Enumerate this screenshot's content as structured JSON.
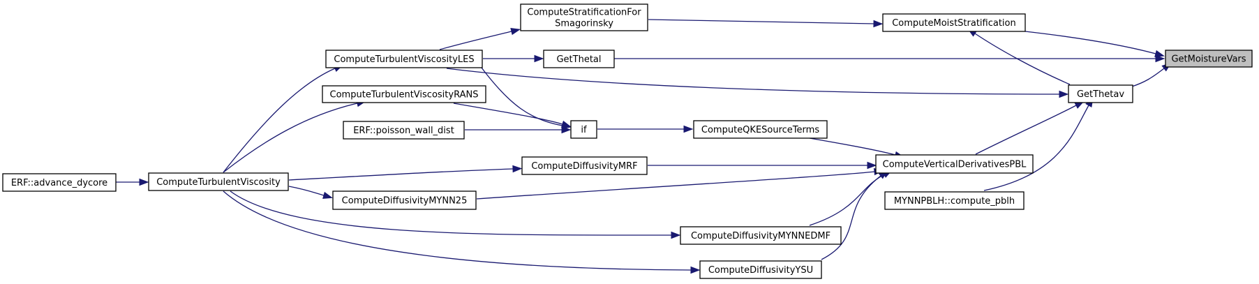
{
  "nodes": {
    "GetMoistureVars": {
      "label": [
        "GetMoistureVars"
      ],
      "root": true
    },
    "ComputeMoistStratification": {
      "label": [
        "ComputeMoistStratification"
      ]
    },
    "GetThetav": {
      "label": [
        "GetThetav"
      ]
    },
    "ComputeStratificationForSmagorinsky": {
      "label": [
        "ComputeStratificationFor",
        "Smagorinsky"
      ]
    },
    "GetThetal": {
      "label": [
        "GetThetal"
      ]
    },
    "ComputeTurbulentViscosityLES": {
      "label": [
        "ComputeTurbulentViscosityLES"
      ]
    },
    "ComputeTurbulentViscosityRANS": {
      "label": [
        "ComputeTurbulentViscosityRANS"
      ]
    },
    "ERF_poisson_wall_dist": {
      "label": [
        "ERF::poisson_wall_dist"
      ]
    },
    "if": {
      "label": [
        "if"
      ]
    },
    "ComputeQKESourceTerms": {
      "label": [
        "ComputeQKESourceTerms"
      ]
    },
    "ComputeVerticalDerivativesPBL": {
      "label": [
        "ComputeVerticalDerivativesPBL"
      ]
    },
    "MYNNPBLH_compute_pblh": {
      "label": [
        "MYNNPBLH::compute_pblh"
      ]
    },
    "ComputeDiffusivityMRF": {
      "label": [
        "ComputeDiffusivityMRF"
      ]
    },
    "ComputeDiffusivityMYNN25": {
      "label": [
        "ComputeDiffusivityMYNN25"
      ]
    },
    "ComputeDiffusivityMYNNEDMF": {
      "label": [
        "ComputeDiffusivityMYNNEDMF"
      ]
    },
    "ComputeDiffusivityYSU": {
      "label": [
        "ComputeDiffusivityYSU"
      ]
    },
    "ComputeTurbulentViscosity": {
      "label": [
        "ComputeTurbulentViscosity"
      ]
    },
    "ERF_advance_dycore": {
      "label": [
        "ERF::advance_dycore"
      ]
    }
  },
  "edges": [
    [
      "ComputeMoistStratification",
      "GetMoistureVars"
    ],
    [
      "GetThetal",
      "GetMoistureVars"
    ],
    [
      "GetThetav",
      "GetMoistureVars"
    ],
    [
      "ComputeStratificationForSmagorinsky",
      "ComputeMoistStratification"
    ],
    [
      "GetThetav",
      "ComputeMoistStratification"
    ],
    [
      "ComputeTurbulentViscosityLES",
      "ComputeStratificationForSmagorinsky"
    ],
    [
      "ComputeTurbulentViscosityLES",
      "GetThetal"
    ],
    [
      "ComputeTurbulentViscosityLES",
      "GetThetav"
    ],
    [
      "ComputeVerticalDerivativesPBL",
      "GetThetav"
    ],
    [
      "MYNNPBLH_compute_pblh",
      "GetThetav"
    ],
    [
      "ComputeQKESourceTerms",
      "ComputeVerticalDerivativesPBL"
    ],
    [
      "ComputeDiffusivityMRF",
      "ComputeVerticalDerivativesPBL"
    ],
    [
      "ComputeDiffusivityMYNN25",
      "ComputeVerticalDerivativesPBL"
    ],
    [
      "ComputeDiffusivityMYNNEDMF",
      "ComputeVerticalDerivativesPBL"
    ],
    [
      "ComputeDiffusivityYSU",
      "ComputeVerticalDerivativesPBL"
    ],
    [
      "if",
      "ComputeQKESourceTerms"
    ],
    [
      "ComputeTurbulentViscosityRANS",
      "if"
    ],
    [
      "ERF_poisson_wall_dist",
      "if"
    ],
    [
      "ComputeTurbulentViscosityLES",
      "if"
    ],
    [
      "ComputeTurbulentViscosity",
      "ComputeTurbulentViscosityLES"
    ],
    [
      "ComputeTurbulentViscosity",
      "ComputeTurbulentViscosityRANS"
    ],
    [
      "ComputeTurbulentViscosity",
      "ComputeDiffusivityMRF"
    ],
    [
      "ComputeTurbulentViscosity",
      "ComputeDiffusivityMYNN25"
    ],
    [
      "ComputeTurbulentViscosity",
      "ComputeDiffusivityMYNNEDMF"
    ],
    [
      "ComputeTurbulentViscosity",
      "ComputeDiffusivityYSU"
    ],
    [
      "ERF_advance_dycore",
      "ComputeTurbulentViscosity"
    ]
  ],
  "colors": {
    "edge": "#191970",
    "root_fill": "#bfbfbf",
    "node_fill": "#ffffff",
    "node_stroke": "#000000"
  }
}
